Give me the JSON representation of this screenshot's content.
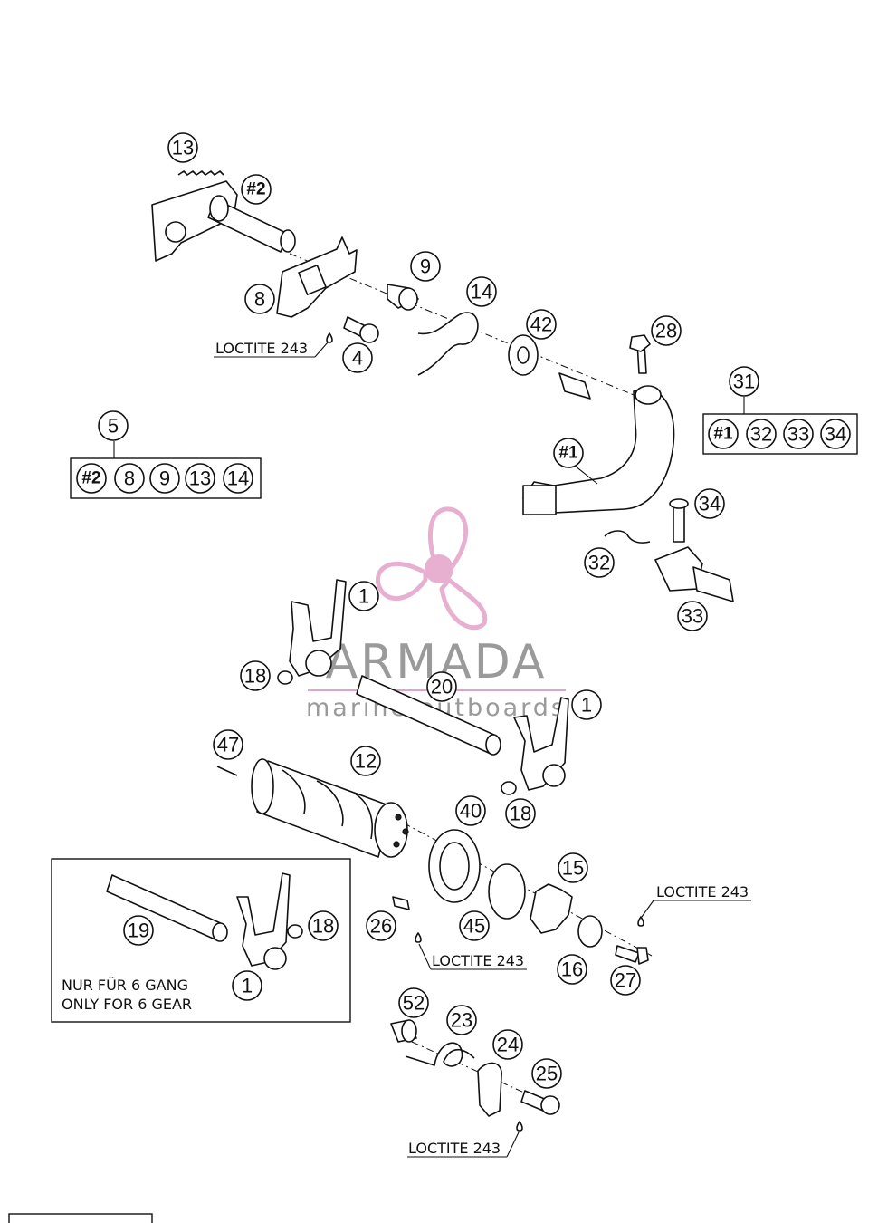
{
  "callouts": {
    "c13": "13",
    "c2a": "#2",
    "c9": "9",
    "c14": "14",
    "c8": "8",
    "c4": "4",
    "c42": "42",
    "c28": "28",
    "c1a": "#1",
    "c34": "34",
    "c32": "32",
    "c33": "33",
    "c1": "1",
    "c18": "18",
    "c20": "20",
    "c1b": "1",
    "c47": "47",
    "c12": "12",
    "c40": "40",
    "c18b": "18",
    "c15": "15",
    "c26": "26",
    "c45": "45",
    "c16": "16",
    "c27": "27",
    "c19": "19",
    "c18c": "18",
    "c1c": "1",
    "c52": "52",
    "c23": "23",
    "c24": "24",
    "c25": "25",
    "c5": "5",
    "c31": "31"
  },
  "kit5": {
    "label": "5",
    "items": [
      "#2",
      "8",
      "9",
      "13",
      "14"
    ]
  },
  "kit31": {
    "label": "31",
    "items": [
      "#1",
      "32",
      "33",
      "34"
    ]
  },
  "notes": {
    "loctite1": "LOCTITE 243",
    "loctite2": "LOCTITE 243",
    "loctite3": "LOCTITE 243",
    "loctite4": "LOCTITE 243",
    "gear_de": "NUR FÜR 6 GANG",
    "gear_en": "ONLY FOR 6 GEAR"
  },
  "watermark": {
    "brand": "ARMADA",
    "tagline": "marine outboards",
    "logo_color": "#e3a3c9",
    "text_color": "#9a9a9a"
  }
}
